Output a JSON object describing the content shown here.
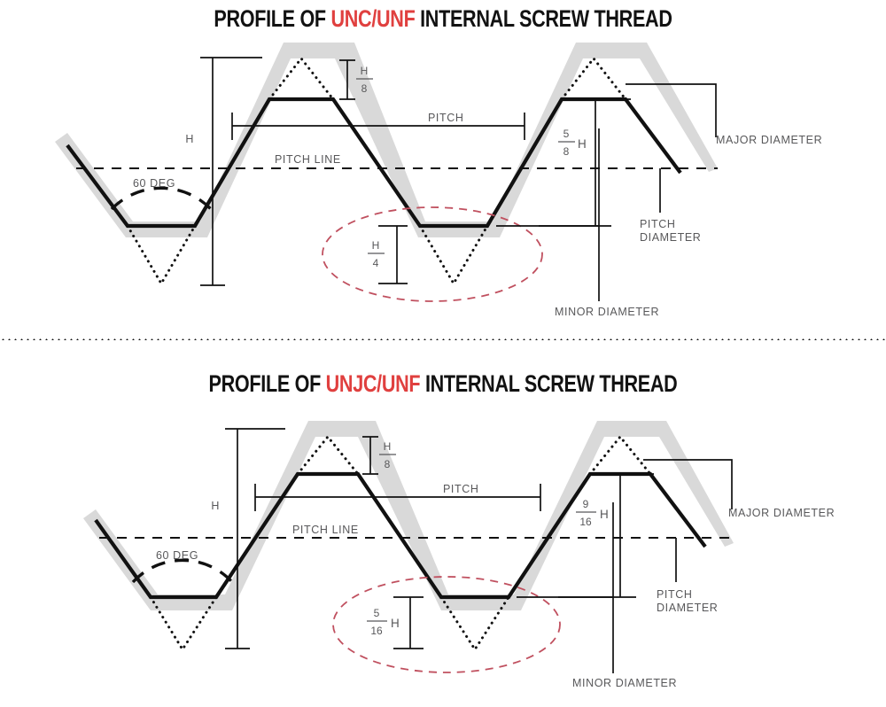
{
  "page": {
    "background": "#ffffff",
    "accent_color": "#e0403f",
    "band_color": "#d9d9d9",
    "text_gray": "#58585a",
    "outline_color": "#111111"
  },
  "panels": [
    {
      "id": "unc-unf",
      "title": {
        "prefix": "PROFILE OF ",
        "accent": "UNC/UNF",
        "suffix": " INTERNAL SCREW THREAD"
      },
      "labels": {
        "angle": "60 DEG",
        "pitch_line": "PITCH LINE",
        "pitch": "PITCH",
        "height": "H",
        "major_diameter": "MAJOR DIAMETER",
        "pitch_diameter_l1": "PITCH",
        "pitch_diameter_l2": "DIAMETER",
        "minor_diameter": "MINOR DIAMETER"
      },
      "fractions": {
        "crest": {
          "numerator": "H",
          "denominator": "8",
          "suffix": ""
        },
        "flank": {
          "numerator": "5",
          "denominator": "8",
          "suffix": "H"
        },
        "root": {
          "numerator": "H",
          "denominator": "4",
          "suffix": ""
        }
      }
    },
    {
      "id": "unjc-unf",
      "title": {
        "prefix": "PROFILE OF ",
        "accent": "UNJC/UNF",
        "suffix": " INTERNAL SCREW THREAD"
      },
      "labels": {
        "angle": "60 DEG",
        "pitch_line": "PITCH LINE",
        "pitch": "PITCH",
        "height": "H",
        "major_diameter": "MAJOR DIAMETER",
        "pitch_diameter_l1": "PITCH",
        "pitch_diameter_l2": "DIAMETER",
        "minor_diameter": "MINOR DIAMETER"
      },
      "fractions": {
        "crest": {
          "numerator": "H",
          "denominator": "8",
          "suffix": ""
        },
        "flank": {
          "numerator": "9",
          "denominator": "16",
          "suffix": "H"
        },
        "root": {
          "numerator": "5",
          "denominator": "16",
          "suffix": "H"
        }
      }
    }
  ],
  "chart_data": {
    "type": "diagram",
    "title": "Profiles of UNC/UNF and UNJC/UNF internal screw threads",
    "thread_angle_deg": 60,
    "profiles": [
      {
        "name": "UNC/UNF internal thread",
        "crest_truncation": "H/8",
        "root_truncation": "H/4",
        "flank_engagement": "5/8 H",
        "thread_height_symbol": "H"
      },
      {
        "name": "UNJC/UNF internal thread",
        "crest_truncation": "H/8",
        "root_truncation": "5/16 H",
        "flank_engagement": "9/16 H",
        "thread_height_symbol": "H"
      }
    ],
    "callouts": [
      "MAJOR DIAMETER",
      "PITCH DIAMETER",
      "MINOR DIAMETER",
      "PITCH",
      "PITCH LINE",
      "60 DEG"
    ]
  }
}
